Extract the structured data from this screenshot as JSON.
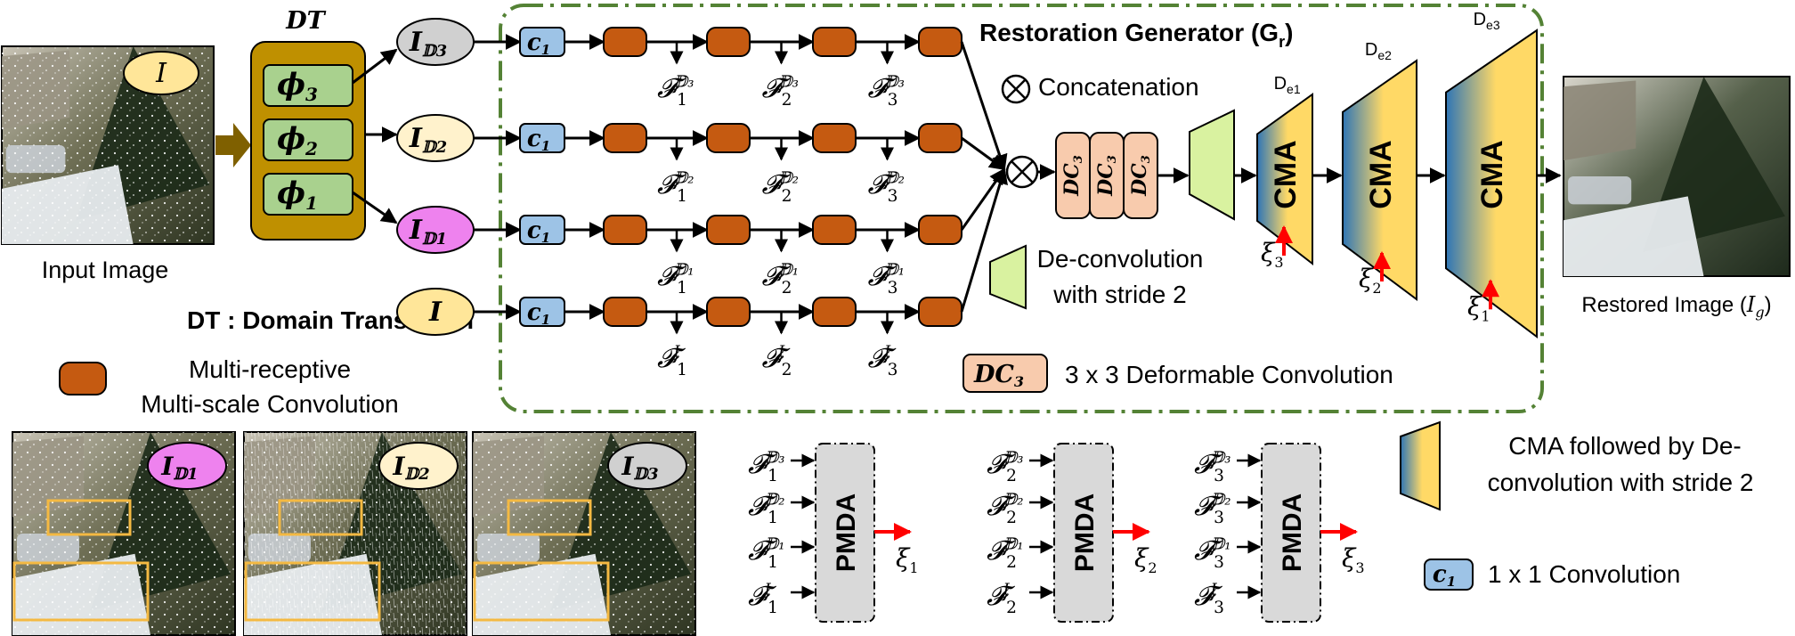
{
  "dt": {
    "title": "DT",
    "phis": [
      {
        "base": "ϕ",
        "sub": "3"
      },
      {
        "base": "ϕ",
        "sub": "2"
      },
      {
        "base": "ϕ",
        "sub": "1"
      }
    ],
    "legend": "DT : Domain Translation"
  },
  "input": {
    "label": "Input Image",
    "symbol": "I"
  },
  "streams": [
    {
      "base": "I",
      "sub": "𝔻3",
      "fill": "#d0d0d0"
    },
    {
      "base": "I",
      "sub": "𝔻2",
      "fill": "#fff2cc"
    },
    {
      "base": "I",
      "sub": "𝔻1",
      "fill": "#ee82ee"
    },
    {
      "base": "I",
      "sub": "",
      "fill": "#ffe699"
    }
  ],
  "conv1": {
    "base": "c",
    "sub": "1"
  },
  "features": [
    [
      {
        "sub": "1",
        "sup": "𝔻₃"
      },
      {
        "sub": "2",
        "sup": "𝔻₃"
      },
      {
        "sub": "3",
        "sup": "𝔻₃"
      }
    ],
    [
      {
        "sub": "1",
        "sup": "𝔻₂"
      },
      {
        "sub": "2",
        "sup": "𝔻₂"
      },
      {
        "sub": "3",
        "sup": "𝔻₂"
      }
    ],
    [
      {
        "sub": "1",
        "sup": "𝔻₁"
      },
      {
        "sub": "2",
        "sup": "𝔻₁"
      },
      {
        "sub": "3",
        "sup": "𝔻₁"
      }
    ],
    [
      {
        "sub": "1",
        "sup": "I"
      },
      {
        "sub": "2",
        "sup": "I"
      },
      {
        "sub": "3",
        "sup": "I"
      }
    ]
  ],
  "feature_symbol": "𝓕",
  "generator": {
    "title_main": "Restoration Generator (G",
    "title_sub": "r",
    "title_end": ")"
  },
  "concat": {
    "label": "Concatenation"
  },
  "dc": {
    "base": "DC",
    "sub": "3"
  },
  "deconv": {
    "line1": "De-convolution",
    "line2": "with  stride 2"
  },
  "dc_legend": "3 x 3 Deformable Convolution",
  "cma": [
    {
      "label": "CMA",
      "head": "D",
      "head_sub": "e1",
      "xi_sub": "3"
    },
    {
      "label": "CMA",
      "head": "D",
      "head_sub": "e2",
      "xi_sub": "2"
    },
    {
      "label": "CMA",
      "head": "D",
      "head_sub": "e3",
      "xi_sub": "1"
    }
  ],
  "xi": "ξ",
  "output": {
    "label_main": "Restored Image (",
    "label_sym": "I",
    "label_sub": "g",
    "label_end": ")"
  },
  "mmsc_legend": {
    "line1": "Multi-receptive",
    "line2": "Multi-scale Convolution"
  },
  "thumbs": [
    {
      "base": "I",
      "sub": "𝔻1",
      "fill": "#ee82ee"
    },
    {
      "base": "I",
      "sub": "𝔻2",
      "fill": "#fff2cc"
    },
    {
      "base": "I",
      "sub": "𝔻3",
      "fill": "#d0d0d0"
    }
  ],
  "pmda": [
    {
      "label": "PMDA",
      "xi_sub": "1",
      "inputs": [
        {
          "sub": "1",
          "sup": "𝔻₃"
        },
        {
          "sub": "1",
          "sup": "𝔻₂"
        },
        {
          "sub": "1",
          "sup": "𝔻₁"
        },
        {
          "sub": "1",
          "sup": "I"
        }
      ]
    },
    {
      "label": "PMDA",
      "xi_sub": "2",
      "inputs": [
        {
          "sub": "2",
          "sup": "𝔻₃"
        },
        {
          "sub": "2",
          "sup": "𝔻₂"
        },
        {
          "sub": "2",
          "sup": "𝔻₁"
        },
        {
          "sub": "2",
          "sup": "I"
        }
      ]
    },
    {
      "label": "PMDA",
      "xi_sub": "3",
      "inputs": [
        {
          "sub": "3",
          "sup": "𝔻₃"
        },
        {
          "sub": "3",
          "sup": "𝔻₂"
        },
        {
          "sub": "3",
          "sup": "𝔻₁"
        },
        {
          "sub": "3",
          "sup": "I"
        }
      ]
    }
  ],
  "cma_legend": {
    "line1": "CMA followed by De-",
    "line2": "convolution with  stride 2"
  },
  "conv_legend": "1 x 1 Convolution",
  "colors": {
    "mmsc": "#c55a11",
    "conv1": "#9dc3e6",
    "dt_box": "#bf9000",
    "phi": "#a9d18e",
    "dc": "#f8cbad",
    "deconv": "#d9f2a0",
    "cma_blue": "#2e75b6",
    "cma_yellow": "#ffd966",
    "dash_green": "#548235",
    "pmda": "#d9d9d9",
    "red": "#ff0000"
  }
}
